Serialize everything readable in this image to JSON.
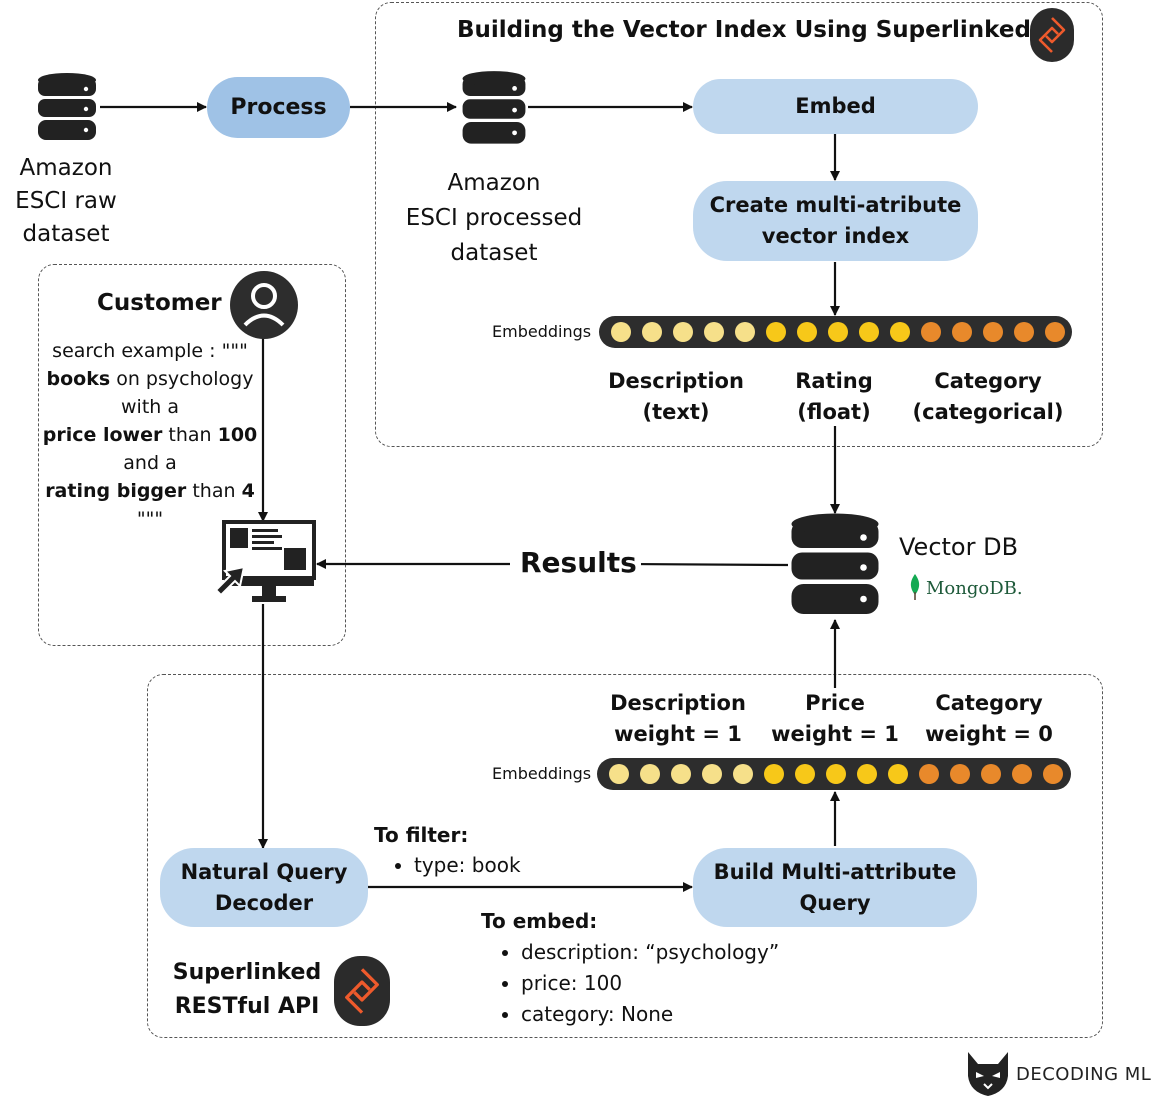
{
  "title": "Building the Vector Index Using Superlinked",
  "nodes": {
    "raw_dataset": [
      "Amazon",
      "ESCI raw",
      "dataset"
    ],
    "process": "Process",
    "processed_dataset": [
      "Amazon",
      "ESCI processed",
      "dataset"
    ],
    "embed": "Embed",
    "create_index": [
      "Create multi-atribute",
      "vector index"
    ],
    "embeddings_label": "Embeddings",
    "vector_db": "Vector DB",
    "mongodb": "MongoDB.",
    "results": "Results",
    "natural_query": [
      "Natural Query",
      "Decoder"
    ],
    "build_query": [
      "Build Multi-attribute",
      "Query"
    ],
    "api": [
      "Superlinked",
      "RESTful API"
    ],
    "brand": "DECODING ML"
  },
  "index_attributes": [
    {
      "name": "Description",
      "type": "(text)"
    },
    {
      "name": "Rating",
      "type": "(float)"
    },
    {
      "name": "Category",
      "type": "(categorical)"
    }
  ],
  "query_weights": [
    {
      "name": "Description",
      "weight": "weight = 1"
    },
    {
      "name": "Price",
      "weight": "weight = 1"
    },
    {
      "name": "Category",
      "weight": "weight = 0"
    }
  ],
  "embedding_dots": {
    "counts": [
      5,
      5,
      5
    ],
    "colors": [
      "#f6e08a",
      "#f7c819",
      "#e8892b"
    ]
  },
  "customer": {
    "title": "Customer",
    "search_label": "search example : \"\"\"",
    "q_books": "books",
    "q_on": " on psychology",
    "q_with": "with a",
    "q_price": "price lower",
    "q_than1": " than ",
    "q_100": "100",
    "q_and": "and a",
    "q_rating": "rating bigger",
    "q_than2": " than ",
    "q_4": "4",
    "q_close": "\"\"\""
  },
  "filter": {
    "title": "To filter:",
    "items": [
      "type: book"
    ]
  },
  "embed_params": {
    "title": "To embed:",
    "items": [
      "description: “psychology”",
      "price: 100",
      "category: None"
    ]
  },
  "colors": {
    "pill": "#bfd7ee",
    "process_pill": "#9fc2e6",
    "mongo_green": "#13aa52",
    "brand_orange": "#ee5a2c"
  }
}
